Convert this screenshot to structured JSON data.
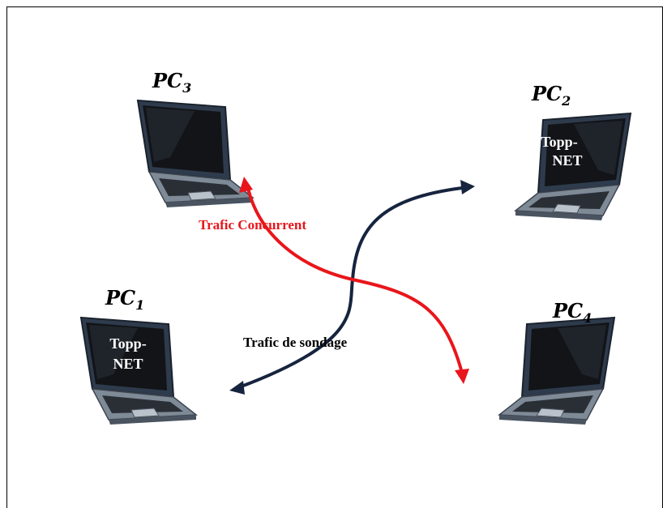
{
  "computers": [
    {
      "id": "pc1",
      "name": "PC",
      "index": "1",
      "screen_text": [
        "Topp-",
        "NET"
      ]
    },
    {
      "id": "pc2",
      "name": "PC",
      "index": "2",
      "screen_text": [
        "Topp-",
        "NET"
      ]
    },
    {
      "id": "pc3",
      "name": "PC",
      "index": "3",
      "screen_text": []
    },
    {
      "id": "pc4",
      "name": "PC",
      "index": "4",
      "screen_text": []
    }
  ],
  "traffic": {
    "concurrent": {
      "label": "Trafic Concurrent",
      "color": "#e8161b"
    },
    "probe": {
      "label": "Trafic de sondage",
      "color": "#16243e"
    }
  }
}
